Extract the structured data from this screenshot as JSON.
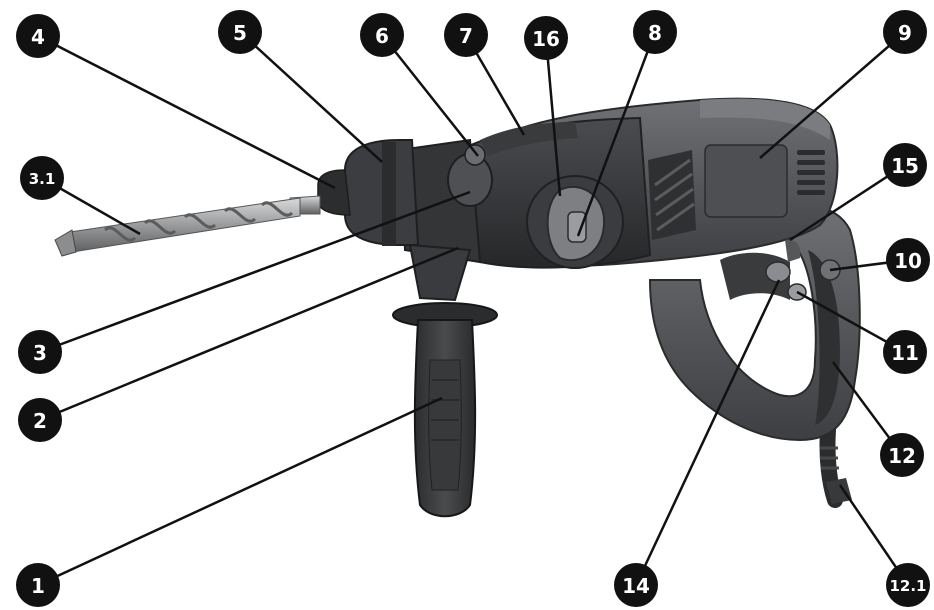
{
  "diagram": {
    "parts": [
      {
        "id": "4",
        "label": "4"
      },
      {
        "id": "5",
        "label": "5"
      },
      {
        "id": "6",
        "label": "6"
      },
      {
        "id": "7",
        "label": "7"
      },
      {
        "id": "16",
        "label": "16"
      },
      {
        "id": "8",
        "label": "8"
      },
      {
        "id": "9",
        "label": "9"
      },
      {
        "id": "3.1",
        "label": "3.1"
      },
      {
        "id": "15",
        "label": "15"
      },
      {
        "id": "10",
        "label": "10"
      },
      {
        "id": "11",
        "label": "11"
      },
      {
        "id": "3",
        "label": "3"
      },
      {
        "id": "2",
        "label": "2"
      },
      {
        "id": "12",
        "label": "12"
      },
      {
        "id": "1",
        "label": "1"
      },
      {
        "id": "14",
        "label": "14"
      },
      {
        "id": "12.1",
        "label": "12.1"
      }
    ]
  }
}
